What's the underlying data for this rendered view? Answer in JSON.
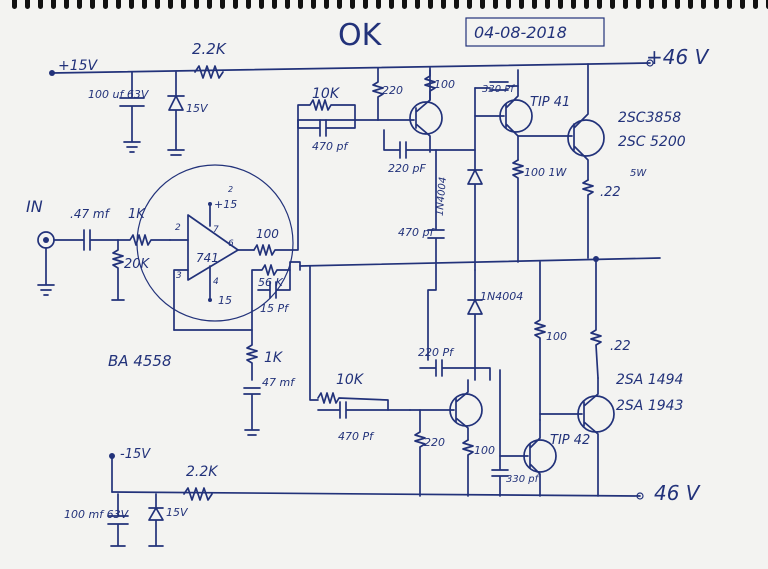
{
  "title": "OK",
  "date": "04-08-2018",
  "rails": {
    "pos_15": "+15V",
    "neg_15": "-15V",
    "pos_46": "+46 V",
    "neg_46": "46 V"
  },
  "input": {
    "label": "IN",
    "cap": ".47 mf",
    "r_series": "1K",
    "r_shunt": "20K"
  },
  "opamp": {
    "part": "741",
    "pin2": "2",
    "pin3": "3",
    "pin4": "4",
    "pin6": "6",
    "pin7": "7",
    "vplus": "+15",
    "vminus": "15",
    "pin_top": "2",
    "alt": "BA 4558"
  },
  "psu_top": {
    "resistor": "2.2K",
    "cap": "100 uf 63V",
    "zener": "15V"
  },
  "psu_bot": {
    "resistor": "2.2K",
    "cap": "100 mf 63V",
    "zener": "15V"
  },
  "feedback": {
    "r_out": "100",
    "r_fb": "56 K",
    "c_fb": "15 Pf",
    "r_gnd": "1K",
    "c_gnd": "47 mf"
  },
  "vas_top": {
    "r": "10K",
    "c": "470 pf",
    "r_emit": "220",
    "r_coll": "100",
    "c_mill": "220 pF"
  },
  "vas_bot": {
    "r": "10K",
    "c": "470 Pf",
    "r_emit": "220",
    "r_coll": "100",
    "c_mill": "220 Pf"
  },
  "bias": {
    "c": "470 pf",
    "d1": "1N4004",
    "d2": "1N4004"
  },
  "drivers": {
    "npn": "TIP 41",
    "pnp": "TIP 42",
    "c_npn": "330 Pf",
    "c_pnp": "330 pf",
    "r_mid": "100 1W",
    "r_low": "100"
  },
  "outputs": {
    "npn_a": "2SC3858",
    "npn_b": "2SC 5200",
    "pnp_a": "2SA 1494",
    "pnp_b": "2SA 1943",
    "re_top": ".22",
    "re_top_w": "5W",
    "re_bot": ".22"
  },
  "colors": {
    "ink": "#22327a",
    "paper": "#f3f3f1"
  }
}
